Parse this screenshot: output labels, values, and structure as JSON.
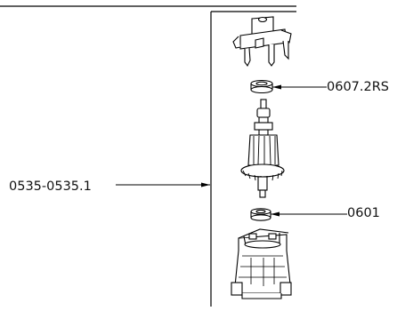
{
  "callouts": {
    "bearing_top": "0607.2RS",
    "armature_group": "0535-0535.1",
    "bearing_bottom": "0601"
  },
  "colors": {
    "line": "#000000",
    "label": "#111111"
  }
}
